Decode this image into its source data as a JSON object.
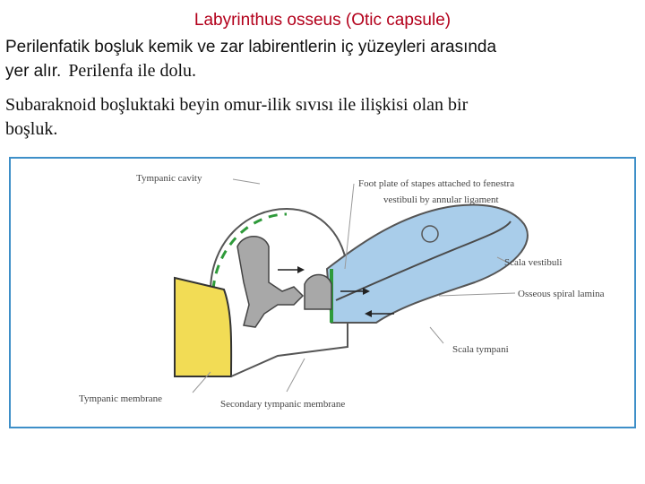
{
  "slide": {
    "title": "Labyrinthus osseus (Otic capsule)",
    "line1": "Perilenfatik boşluk kemik ve zar labirentlerin iç yüzeyleri arasında",
    "line2a": "yer alır.",
    "line2b": "Perilenfa ile dolu.",
    "line3": "Subaraknoid boşluktaki beyin omur-ilik sıvısı ile ilişkisi olan bir",
    "line4": "boşluk."
  },
  "figure": {
    "labels": {
      "tympanic_cavity": "Tympanic cavity",
      "foot_plate_1": "Foot plate of stapes attached to fenestra",
      "foot_plate_2": "vestibuli by annular ligament",
      "scala_vestibuli": "Scala vestibuli",
      "osseous_spiral_lamina": "Osseous spiral lamina",
      "scala_tympani": "Scala tympani",
      "tympanic_membrane": "Tympanic membrane",
      "secondary_tympanic_membrane": "Secondary tympanic membrane"
    },
    "colors": {
      "cochlea": "#a9cdea",
      "membrane": "#f2dc55",
      "ossicles": "#a8a8a8",
      "bone_outline": "#2e9a3a",
      "border": "#3e8fc8"
    }
  }
}
